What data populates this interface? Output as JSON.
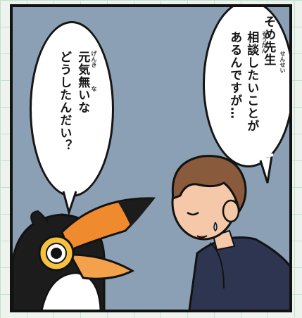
{
  "bubble_right": {
    "lines": [
      "そめ先生",
      "相談したいことが",
      "あるんですが…"
    ],
    "ruby": [
      "せんせい",
      "そうだん"
    ]
  },
  "bubble_left": {
    "lines": [
      "元気無いな",
      "どうしたんだい？"
    ],
    "ruby": [
      "げんき",
      "な"
    ]
  },
  "colors": {
    "panel_bg": "#8ba0b4",
    "outline": "#121212",
    "beak_orange": "#f08a2e",
    "jacket": "#2e3550",
    "hair": "#8a5a3c"
  }
}
